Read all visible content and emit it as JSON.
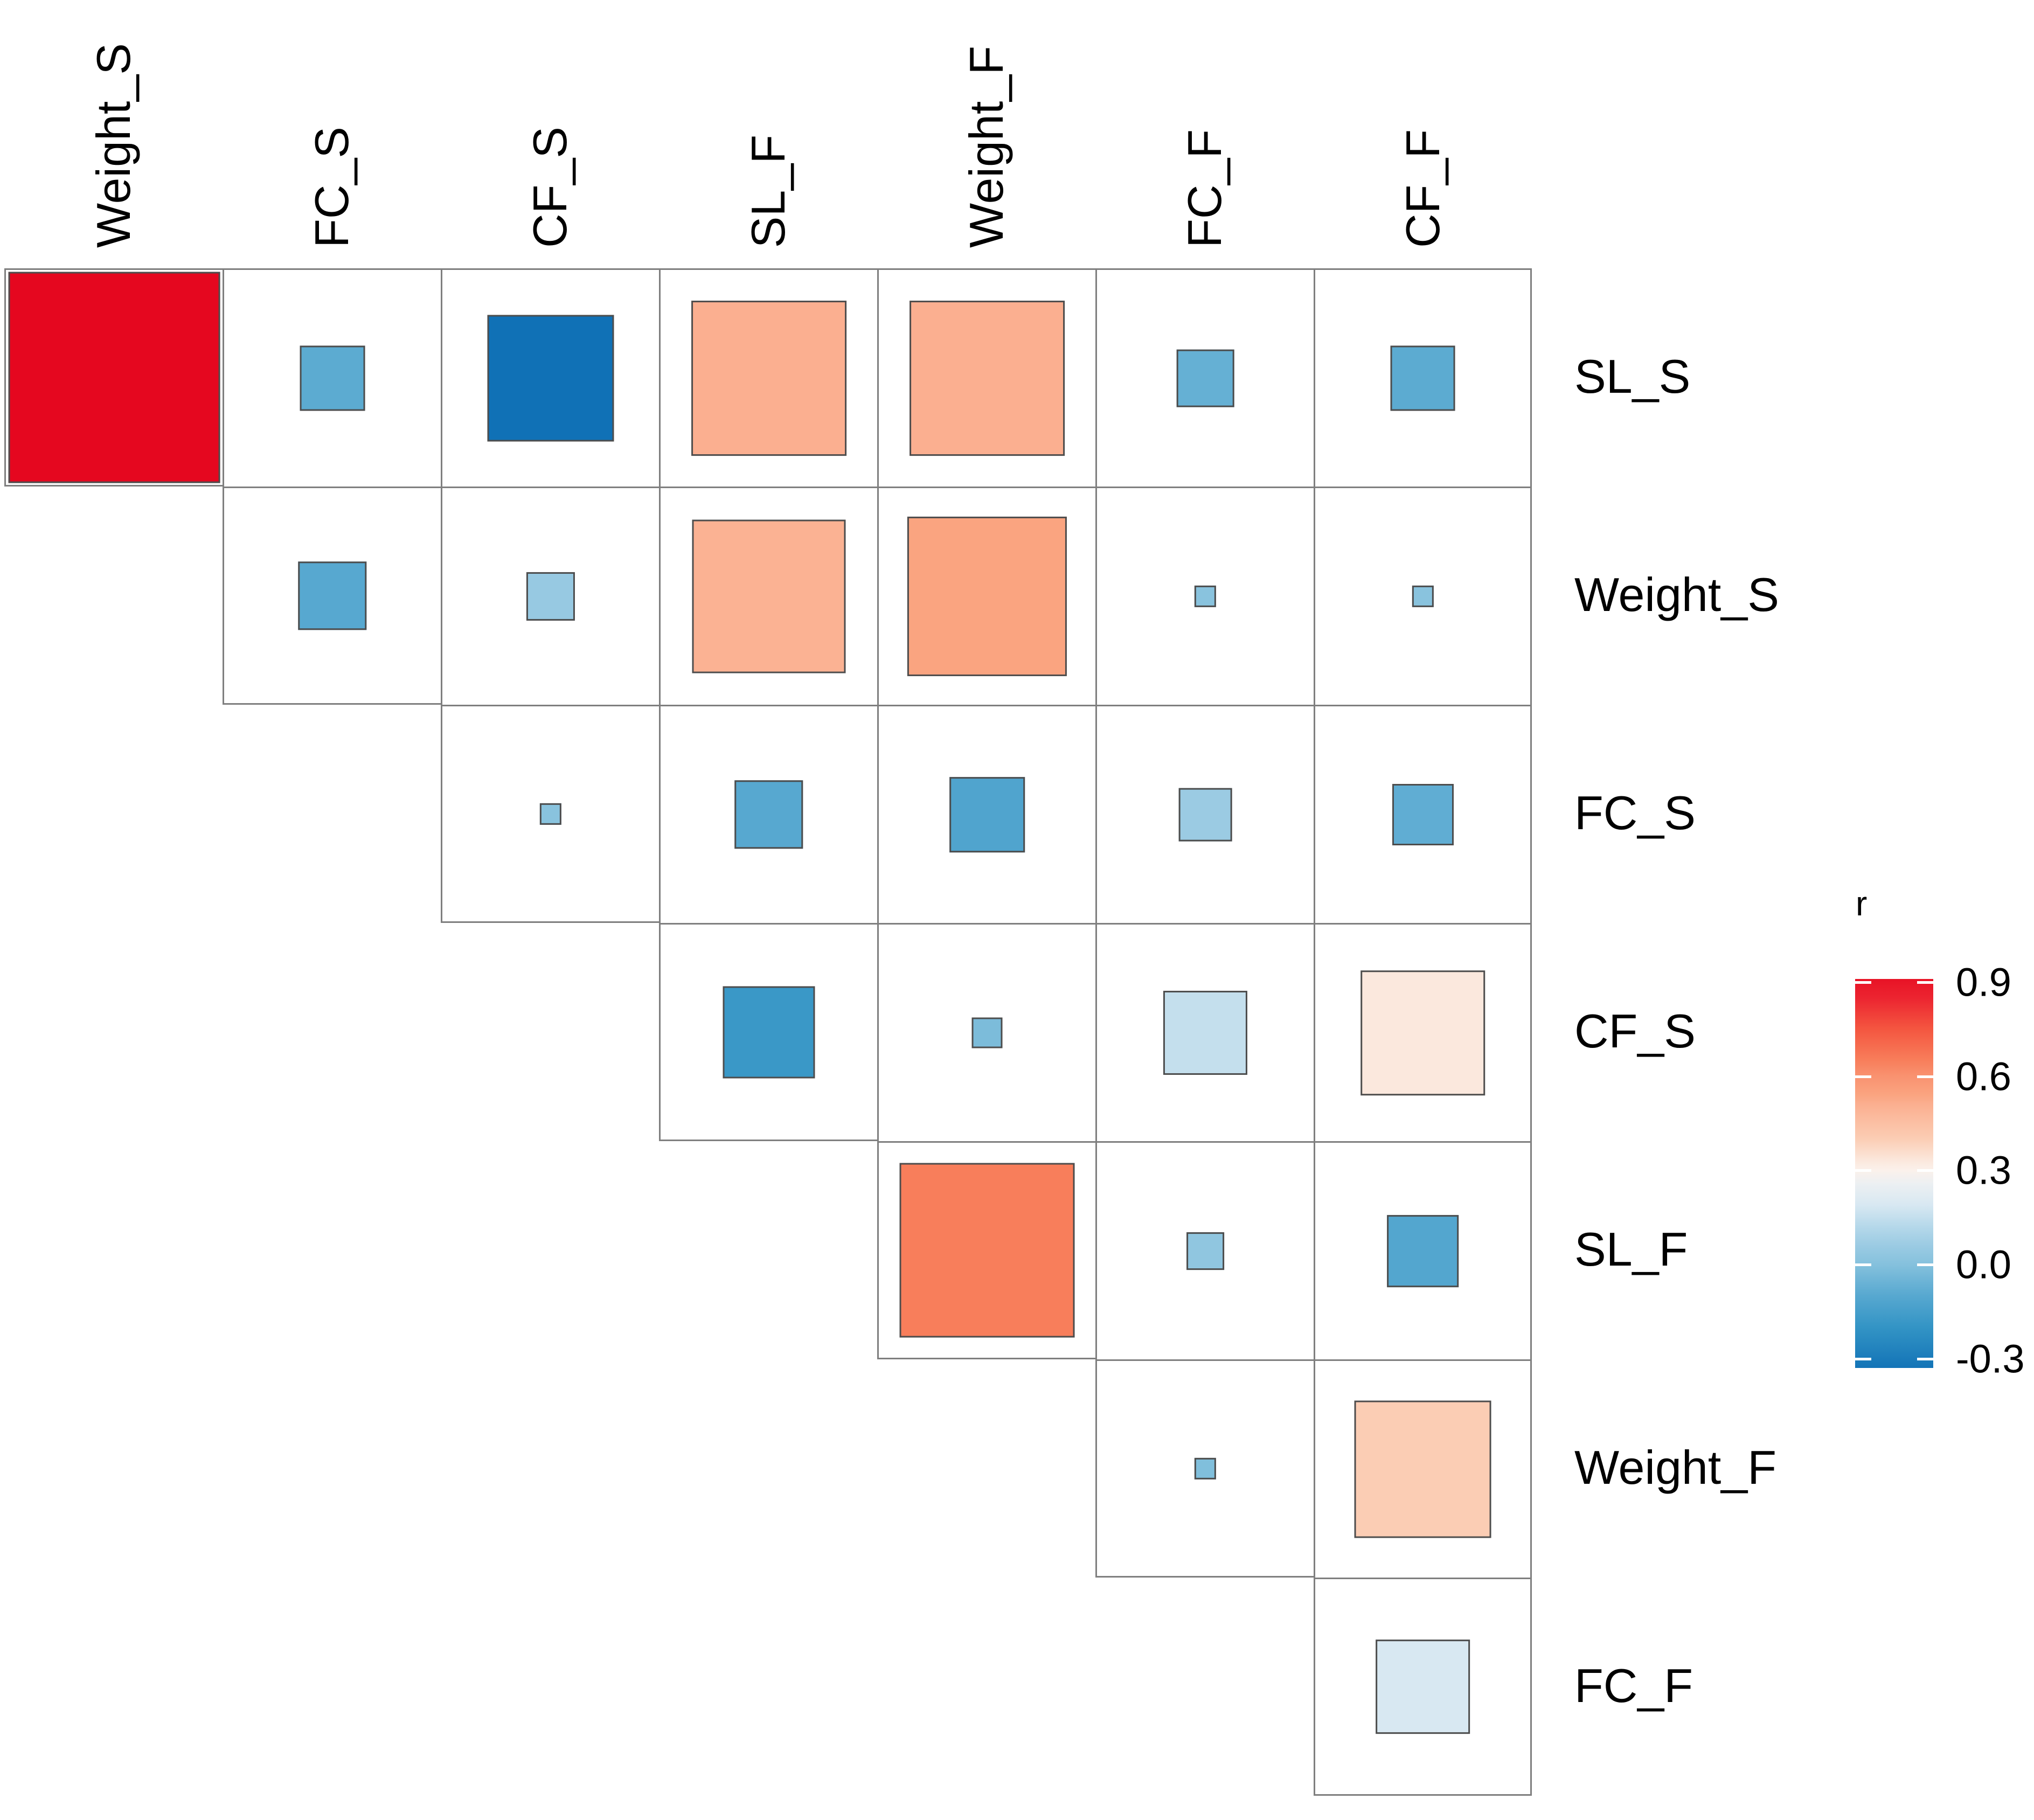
{
  "page": {
    "background": "#FFFFFF",
    "text_color": "#000000",
    "grid_line_color": "#7F7F7F",
    "square_outline_color": "#4D4D4D"
  },
  "legend": {
    "title": "r",
    "tick_labels": [
      "0.9",
      "0.6",
      "0.3",
      "0.0",
      "-0.3"
    ]
  },
  "chart_data": {
    "type": "heatmap",
    "subtype": "upper-triangle correlation matrix (corrplot, method = square)",
    "legend_title": "r",
    "variables": [
      "SL_S",
      "Weight_S",
      "FC_S",
      "CF_S",
      "SL_F",
      "Weight_F",
      "FC_F",
      "CF_F"
    ],
    "column_labels": [
      "Weight_S",
      "FC_S",
      "CF_S",
      "SL_F",
      "Weight_F",
      "FC_F",
      "CF_F"
    ],
    "row_labels": [
      "SL_S",
      "Weight_S",
      "FC_S",
      "CF_S",
      "SL_F",
      "Weight_F",
      "FC_F"
    ],
    "legend_ticks": [
      0.9,
      0.6,
      0.3,
      0.0,
      -0.3
    ],
    "color_domain": [
      -0.35,
      0.95
    ],
    "legend_bar_range": [
      -0.33,
      0.91
    ],
    "size_rule": "square side fraction = sqrt(|r| / 0.95)",
    "colormap_stops": [
      [
        -0.35,
        "#0E6FB5"
      ],
      [
        -0.2,
        "#3394C5"
      ],
      [
        -0.1,
        "#57A8D0"
      ],
      [
        0.0,
        "#85C1DD"
      ],
      [
        0.06,
        "#9BCBE3"
      ],
      [
        0.12,
        "#B5D8EA"
      ],
      [
        0.19,
        "#D8E8F2"
      ],
      [
        0.26,
        "#EDF0F2"
      ],
      [
        0.3,
        "#FBF1EB"
      ],
      [
        0.33,
        "#FBE8DD"
      ],
      [
        0.4,
        "#FBCDB4"
      ],
      [
        0.51,
        "#FBAF90"
      ],
      [
        0.54,
        "#FAA480"
      ],
      [
        0.6,
        "#F99270"
      ],
      [
        0.65,
        "#F87E5B"
      ],
      [
        0.75,
        "#F45640"
      ],
      [
        0.85,
        "#EC2430"
      ],
      [
        0.95,
        "#E5071F"
      ]
    ],
    "pairs": [
      {
        "v1": "SL_S",
        "v2": "Weight_S",
        "r": 0.95
      },
      {
        "v1": "SL_S",
        "v2": "FC_S",
        "r": -0.09
      },
      {
        "v1": "SL_S",
        "v2": "CF_S",
        "r": -0.34
      },
      {
        "v1": "SL_S",
        "v2": "SL_F",
        "r": 0.51
      },
      {
        "v1": "SL_S",
        "v2": "Weight_F",
        "r": 0.51
      },
      {
        "v1": "SL_S",
        "v2": "FC_F",
        "r": -0.07
      },
      {
        "v1": "SL_S",
        "v2": "CF_F",
        "r": -0.09
      },
      {
        "v1": "Weight_S",
        "v2": "FC_S",
        "r": -0.1
      },
      {
        "v1": "Weight_S",
        "v2": "CF_S",
        "r": 0.05
      },
      {
        "v1": "Weight_S",
        "v2": "SL_F",
        "r": 0.5
      },
      {
        "v1": "Weight_S",
        "v2": "Weight_F",
        "r": 0.54
      },
      {
        "v1": "Weight_S",
        "v2": "FC_F",
        "r": 0.01
      },
      {
        "v1": "Weight_S",
        "v2": "CF_F",
        "r": 0.01
      },
      {
        "v1": "FC_S",
        "v2": "CF_S",
        "r": 0.01
      },
      {
        "v1": "FC_S",
        "v2": "SL_F",
        "r": -0.1
      },
      {
        "v1": "FC_S",
        "v2": "Weight_F",
        "r": -0.12
      },
      {
        "v1": "FC_S",
        "v2": "FC_F",
        "r": 0.06
      },
      {
        "v1": "FC_S",
        "v2": "CF_F",
        "r": -0.08
      },
      {
        "v1": "CF_S",
        "v2": "SL_F",
        "r": -0.18
      },
      {
        "v1": "CF_S",
        "v2": "Weight_F",
        "r": -0.02
      },
      {
        "v1": "CF_S",
        "v2": "FC_F",
        "r": 0.15
      },
      {
        "v1": "CF_S",
        "v2": "CF_F",
        "r": 0.33
      },
      {
        "v1": "SL_F",
        "v2": "Weight_F",
        "r": 0.65
      },
      {
        "v1": "SL_F",
        "v2": "FC_F",
        "r": 0.03
      },
      {
        "v1": "SL_F",
        "v2": "CF_F",
        "r": -0.11
      },
      {
        "v1": "Weight_F",
        "v2": "FC_F",
        "r": -0.01
      },
      {
        "v1": "Weight_F",
        "v2": "CF_F",
        "r": 0.4
      },
      {
        "v1": "FC_F",
        "v2": "CF_F",
        "r": 0.19
      }
    ]
  }
}
